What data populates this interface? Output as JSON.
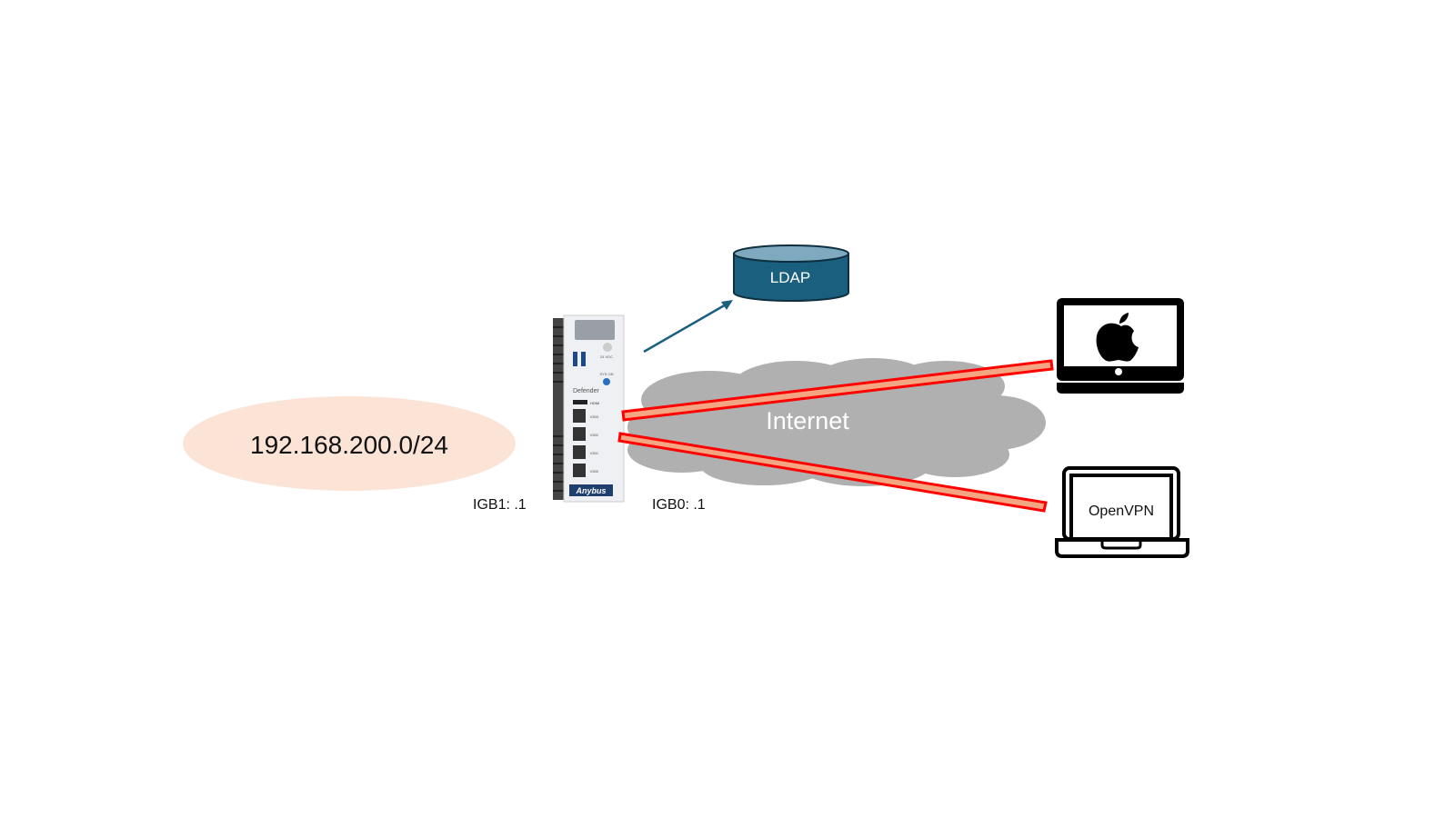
{
  "network": {
    "label": "192.168.200.0/24",
    "color": "#fbe3d6"
  },
  "device": {
    "name": "Defender",
    "brand": "Anybus",
    "ports": [
      "IGB3",
      "IGB2",
      "IGB1",
      "IGB0"
    ],
    "power_label": "24 VDC",
    "status_label": "SYS ON",
    "hdmi_label": "HDMI",
    "igb1_label": "IGB1: .1",
    "igb0_label": "IGB0: .1"
  },
  "ldap": {
    "label": "LDAP",
    "color": "#1a5f7e"
  },
  "internet": {
    "label": "Internet",
    "color": "#b0b0b0"
  },
  "clients": [
    {
      "type": "apple-laptop"
    },
    {
      "type": "laptop",
      "label": "OpenVPN"
    }
  ],
  "tunnel_color": "#ff0000",
  "tunnel_fill": "#f4a582"
}
